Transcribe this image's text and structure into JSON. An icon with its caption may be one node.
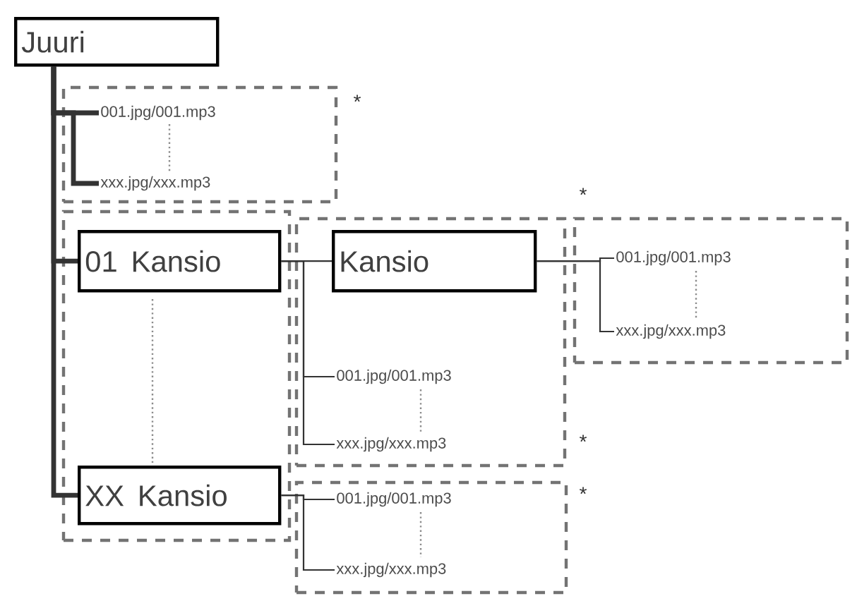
{
  "diagram": {
    "nodes": [
      {
        "text": [
          "Juuri"
        ]
      },
      {
        "text": [],
        "shape": "box"
      },
      {
        "text": [
          "001.jpg/001.mp3"
        ],
        "in": 1
      },
      {
        "text": [
          "xxx.jpg/xxx.mp3"
        ],
        "in": 1
      },
      {
        "text": [],
        "shape": "box"
      },
      {
        "text": [
          "01 Kansio"
        ],
        "in": 4
      },
      {
        "text": [
          "XX Kansio"
        ],
        "in": 4
      },
      {
        "text": [],
        "shape": "box"
      },
      {
        "text": [
          "Kansio"
        ],
        "in": 7
      },
      {
        "text": [
          "001.jpg/001.mp3"
        ],
        "in": 7
      },
      {
        "text": [
          "xxx.jpg/xxx.mp3"
        ],
        "in": 7
      },
      {
        "text": [],
        "shape": "box"
      },
      {
        "text": [
          "001.jpg/001.mp3"
        ],
        "in": 11
      },
      {
        "text": [
          "xxx.jpg/xxx.mp3"
        ],
        "in": 11
      },
      {
        "text": [],
        "shape": "box"
      },
      {
        "text": [
          "001.jpg/001.mp3"
        ],
        "in": 14
      },
      {
        "text": [
          "xxx.jpg/xxx.mp3"
        ],
        "in": 14
      }
    ],
    "edges": [
      {
        "from": 0,
        "to": 2,
        "arrow": "none",
        "style": "thick"
      },
      {
        "from": 0,
        "to": 3,
        "arrow": "none",
        "style": "thick"
      },
      {
        "from": 0,
        "to": 5,
        "arrow": "none",
        "style": "thick"
      },
      {
        "from": 0,
        "to": 6,
        "arrow": "none",
        "style": "thick"
      },
      {
        "from": 5,
        "to": 8,
        "arrow": "none"
      },
      {
        "from": 5,
        "to": 9,
        "arrow": "none"
      },
      {
        "from": 5,
        "to": 10,
        "arrow": "none"
      },
      {
        "from": 8,
        "to": 12,
        "arrow": "none"
      },
      {
        "from": 8,
        "to": 13,
        "arrow": "none"
      },
      {
        "from": 6,
        "to": 15,
        "arrow": "none"
      },
      {
        "from": 6,
        "to": 16,
        "arrow": "none"
      }
    ],
    "labels": [
      "*",
      "*",
      "*",
      "*"
    ]
  }
}
